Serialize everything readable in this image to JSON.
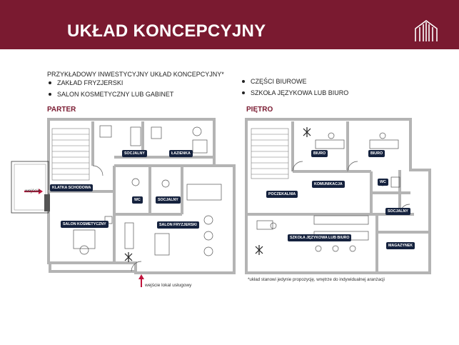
{
  "header": {
    "title": "UKŁAD KONCEPCYJNY"
  },
  "intro": {
    "left_heading": "PRZYKŁADOWY INWESTYCYJNY UKŁAD KONCEPCYJNY*",
    "left_items": [
      "ZAKŁAD FRYZJERSKI",
      "SALON KOSMETYCZNY LUB GABINET"
    ],
    "right_items": [
      "CZĘŚCI BIUROWE",
      "SZKOŁA JĘZYKOWA LUB BIURO"
    ]
  },
  "parter": {
    "label": "PARTER",
    "rooms": {
      "socjalny_top": "SOCJALNY",
      "lazienka": "ŁAZIENKA",
      "klatka": "KLATKA SCHODOWA",
      "wc": "WC",
      "socjalny_mid": "SOCJALNY",
      "salon_kosmetyczny": "SALON KOSMETYCZNY",
      "salon_fryzjerski": "SALON FRYZJERSKI"
    },
    "entrance_left": "wejście",
    "entrance_bottom": "wejście lokal usługowy"
  },
  "pietro": {
    "label": "PIĘTRO",
    "rooms": {
      "biuro_1": "BIURO",
      "biuro_2": "BIURO",
      "komunikacja": "KOMUNIKACJA",
      "wc": "WC",
      "poczekalnia": "POCZEKALNIA",
      "socjalny": "SOCJALNY",
      "szkola": "SZKOŁA JĘZYKOWA LUB BIURO",
      "magazynek": "MAGAZYNEK"
    }
  },
  "footnote": "*układ stanowi jedynie propozycję, wnętrze do indywidualnej aranżacji",
  "colors": {
    "brand": "#7a1a30",
    "tag": "#15223e",
    "wall": "#b4b4b4"
  }
}
